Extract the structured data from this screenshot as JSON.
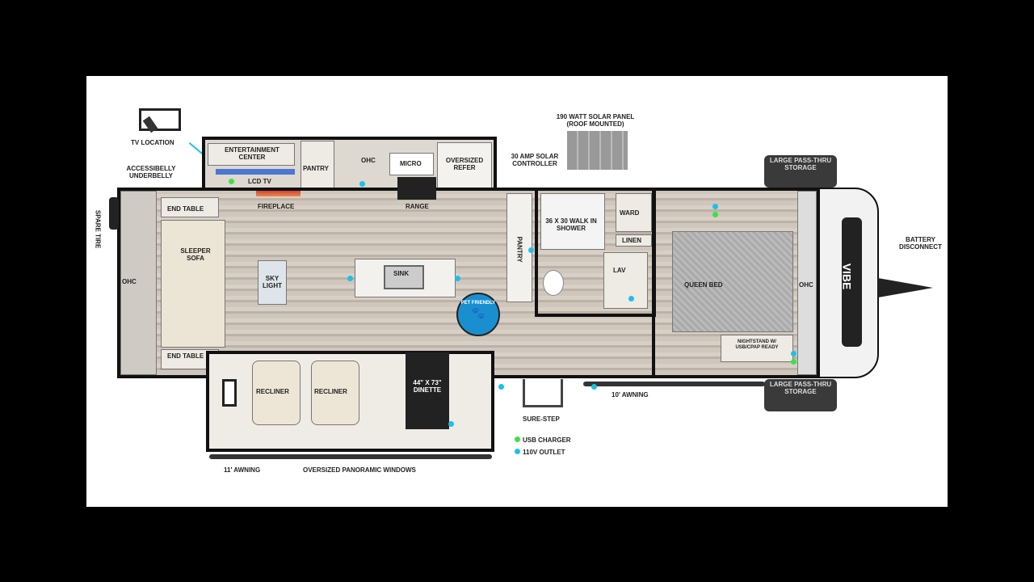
{
  "labels": {
    "tv_location": "TV Location",
    "accessibelly": "Accessibelly Underbelly",
    "entertainment": "Entertainment Center",
    "lcd_tv": "LCD TV",
    "fireplace": "Fireplace",
    "pantry": "Pantry",
    "ohc_kitchen": "OHC",
    "micro": "Micro",
    "refer": "Oversized Refer",
    "range": "Range",
    "solar_panel": "190 Watt Solar Panel (Roof Mounted)",
    "solar_controller": "30 Amp Solar Controller",
    "spare_tire": "Spare Tire",
    "ohc_rear": "OHC",
    "end_table_top": "End Table",
    "end_table_bottom": "End Table",
    "sleeper_sofa": "Sleeper Sofa",
    "sky_light": "Sky Light",
    "sink": "Sink",
    "pet_friendly": "Pet Friendly",
    "pantry2": "Pantry",
    "shower": "36 x 30 Walk In Shower",
    "wardrobe": "Ward",
    "linen": "Linen",
    "lav": "Lav",
    "queen_bed": "Queen Bed",
    "nightstand": "Nightstand w/ USB/Cpap Ready",
    "ohc_front": "OHC",
    "storage_top": "Large Pass-Thru Storage",
    "storage_bottom": "Large Pass-Thru Storage",
    "battery": "Battery Disconnect",
    "recliner1": "Recliner",
    "recliner2": "Recliner",
    "dinette": "44\" X 73\" Dinette",
    "sure_step": "Sure-Step",
    "awning_10": "10' Awning",
    "awning_11": "11' Awning",
    "windows": "Oversized Panoramic Windows",
    "legend_usb": "USB Charger",
    "legend_outlet": "110V Outlet",
    "brand": "Vibe"
  },
  "colors": {
    "usb": "#3ee04a",
    "outlet": "#1ec0e8",
    "pet": "#1a8fd0",
    "tv": "#4a78d0"
  }
}
